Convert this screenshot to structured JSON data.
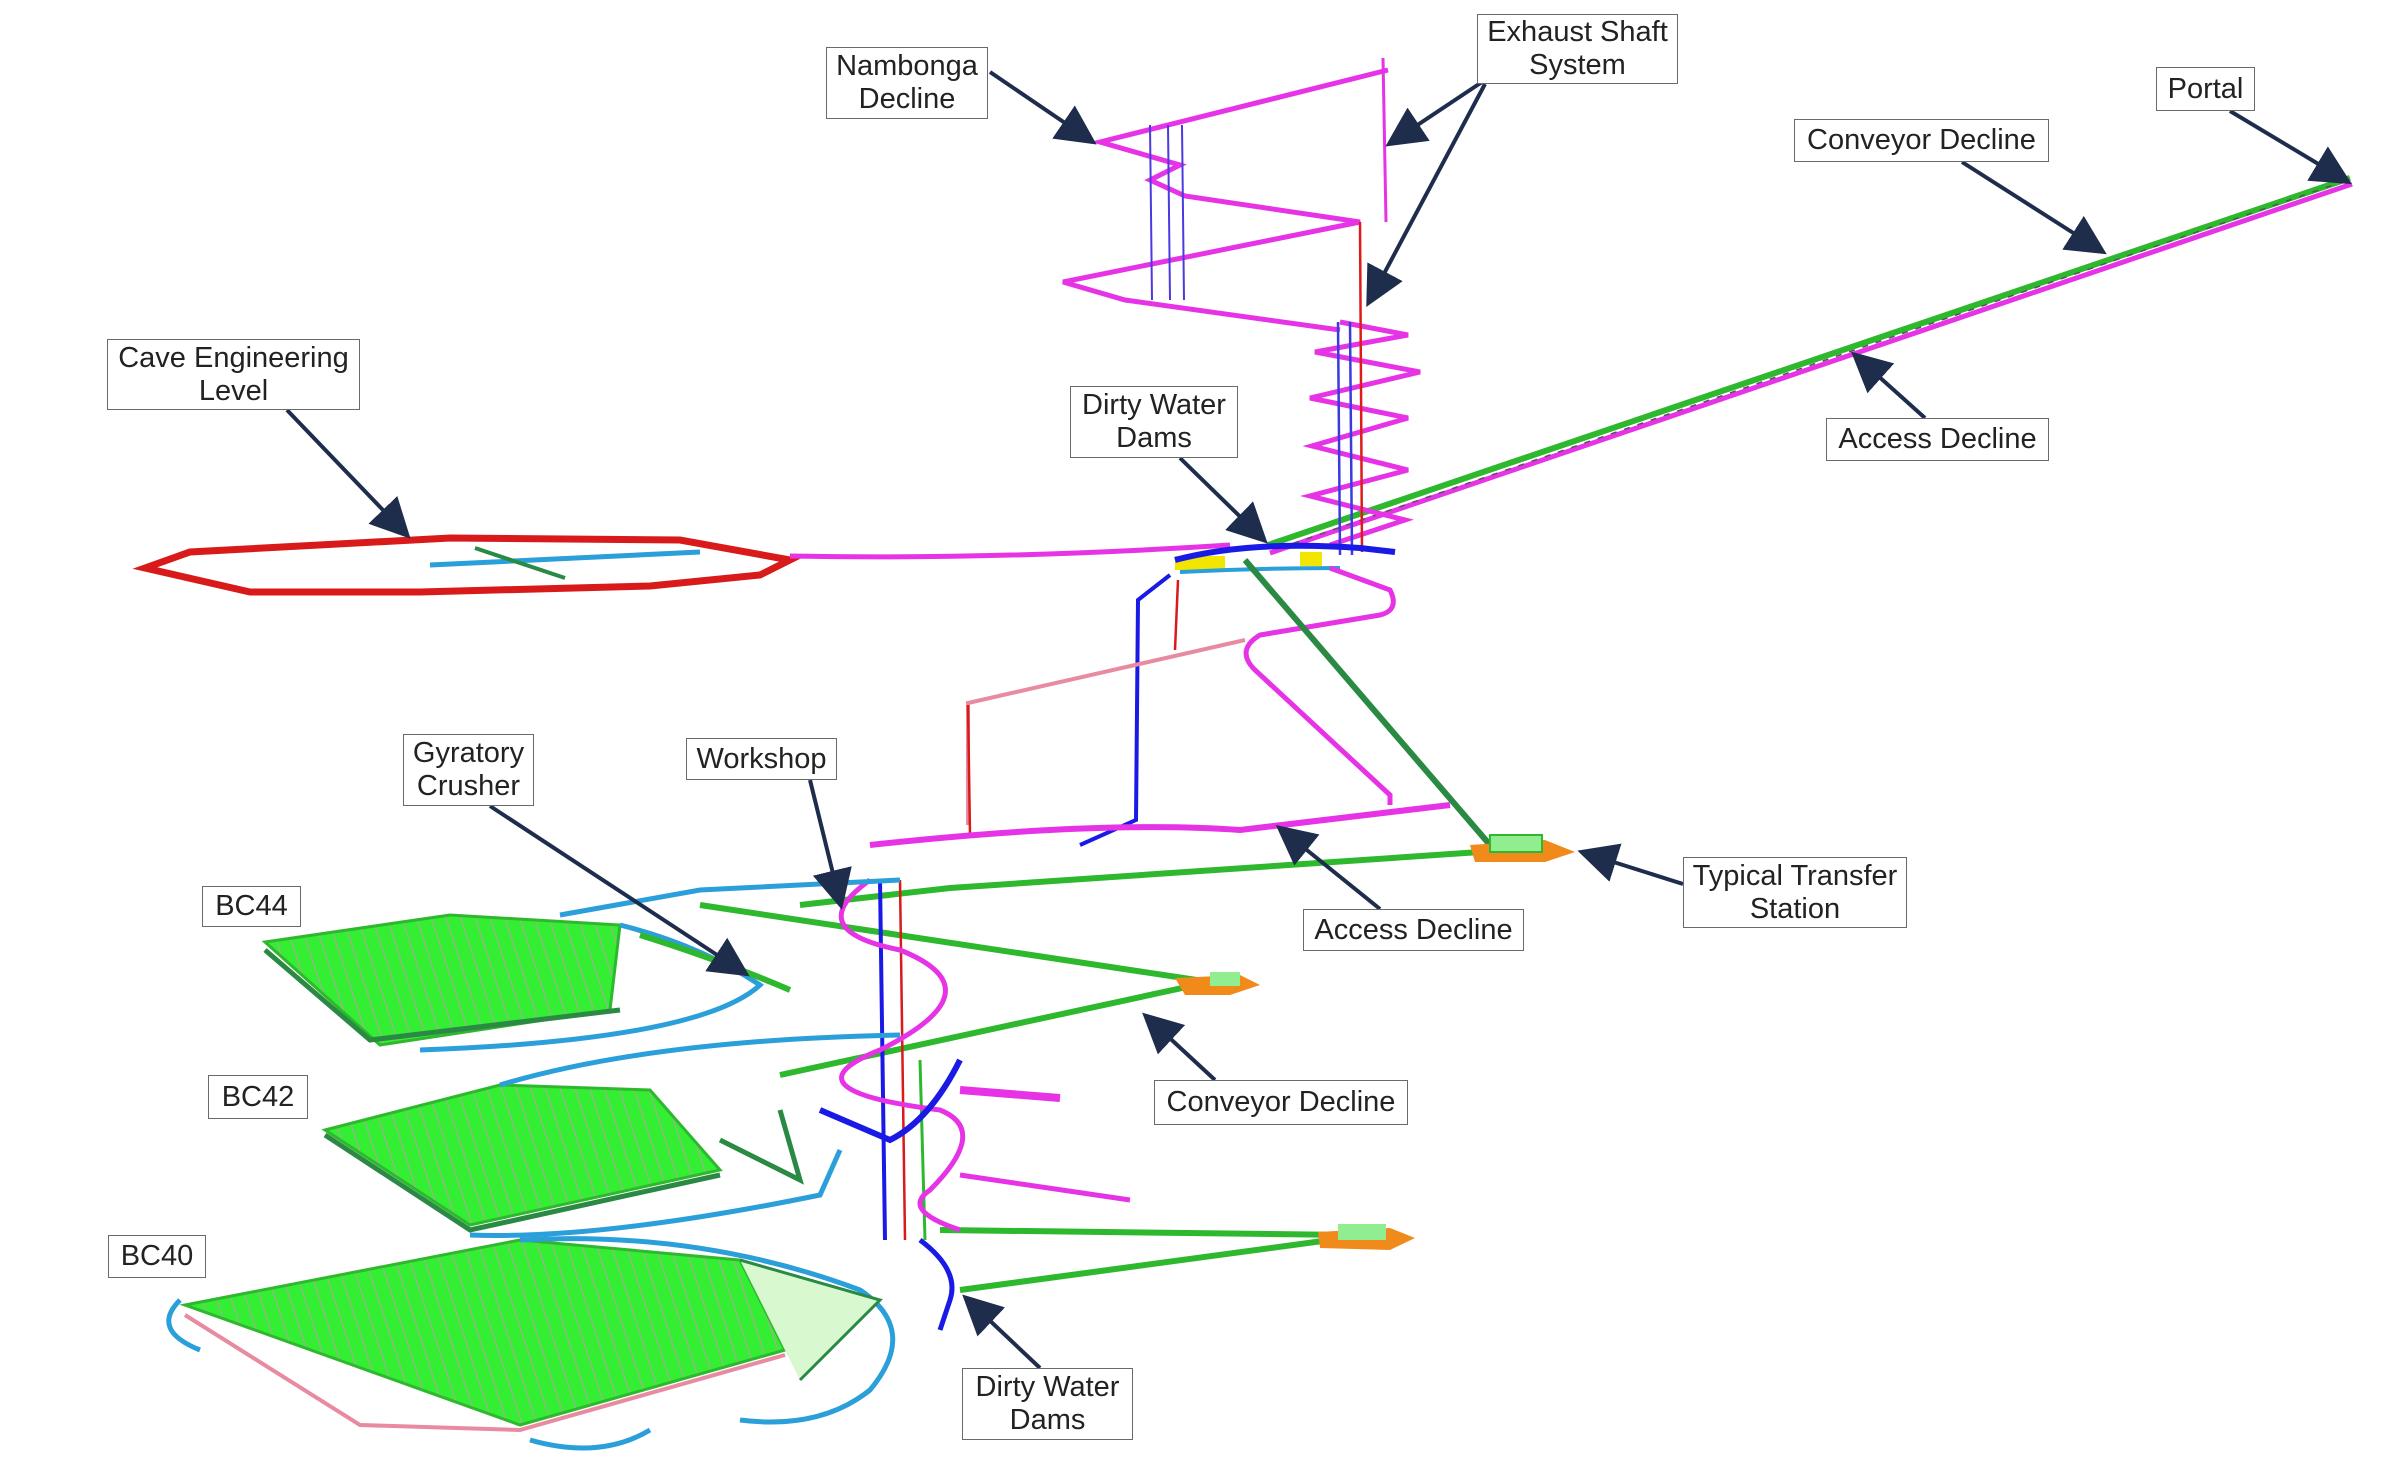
{
  "title": "Underground mine layout (3D schematic)",
  "colors": {
    "arrow": "#1f2d4d",
    "access_decline": "#e633e6",
    "conveyor": "#2eb82e",
    "cave_level": "#d91a1a",
    "ventilation": "#1a1ae6",
    "production_level": "#2b9fd9",
    "block_cave_fill": "#33ee33",
    "pink_drive": "#e88aa0",
    "transfer_station": "#f08a1a",
    "dam": "#f2e600"
  },
  "labels": {
    "nambonga_decline": "Nambonga\nDecline",
    "exhaust_shaft_system": "Exhaust Shaft\nSystem",
    "portal": "Portal",
    "conveyor_decline_top": "Conveyor Decline",
    "cave_engineering_level": "Cave Engineering\nLevel",
    "dirty_water_dams_top": "Dirty Water\nDams",
    "access_decline_top": "Access Decline",
    "gyratory_crusher": "Gyratory\nCrusher",
    "workshop": "Workshop",
    "bc44": "BC44",
    "access_decline_mid": "Access Decline",
    "typical_transfer_station": "Typical Transfer\nStation",
    "bc42": "BC42",
    "conveyor_decline_lower": "Conveyor Decline",
    "bc40": "BC40",
    "dirty_water_dams_lower": "Dirty Water\nDams"
  }
}
